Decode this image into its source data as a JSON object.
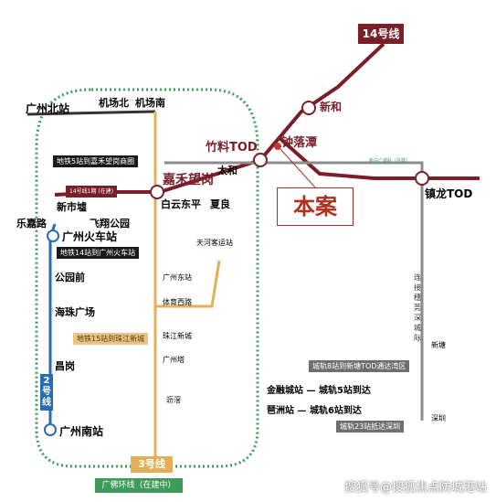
{
  "lines": {
    "l14": "14号线",
    "l3": "3号线",
    "l2": "2号线",
    "ring": "广佛环线（在建中）",
    "banner": "本案"
  },
  "stations": {
    "guangzhou_north": "广州北站",
    "airport_north": "机场北",
    "airport_south": "机场南",
    "zhuliao": "竹料TOD",
    "zhongluotan": "钟落潭",
    "xinhe": "新和",
    "taihe": "太和",
    "jiahe": "嘉禾望岗",
    "baiyun_dongping": "白云东平",
    "xialiang": "夏良",
    "zhenlong": "镇龙TOD",
    "xinshicheng": "新市墟",
    "lejia": "乐嘉路",
    "feixiang": "飞翔公园",
    "gz_rail": "广州火车站",
    "gongyuanqian": "公园前",
    "haizhu": "海珠广场",
    "changgang": "昌岗",
    "gz_south": "广州南站",
    "tianhe_bus": "天河客运站",
    "gz_east": "广州东站",
    "tiyu_xilu": "体育西路",
    "zhujiang": "珠江新城",
    "canton_tower": "广州塔",
    "lijiao": "沥滘",
    "xintang": "新塘",
    "shenzhen": "深圳"
  },
  "notes": {
    "jiahe_note": "地铁5站到嘉禾望岗商圈",
    "l14_small": "14号线1期 (在建)",
    "gz_rail_note": "地铁14站到广州火车站",
    "zhujiang_note": "地铁15站到珠江新城",
    "xintang_note": "城轨8站到新塘TOD通达湾区",
    "financial": "金融城站 — 城轨5站到达",
    "pazhou": "琶洲站 — 城轨6站到达",
    "shenzhen_note": "城轨23站抵达深圳",
    "intercity_small": "新白广城轨（在建）",
    "vertical": "连接穗莞深城际"
  },
  "watermark": "搜狐号@搜狐焦点防城港站",
  "colors": {
    "l14": "#7a1e2a",
    "l3": "#e3ae58",
    "l2": "#2a6bb5",
    "ring": "#3e9b5a",
    "intercity": "#8c8c8c"
  }
}
